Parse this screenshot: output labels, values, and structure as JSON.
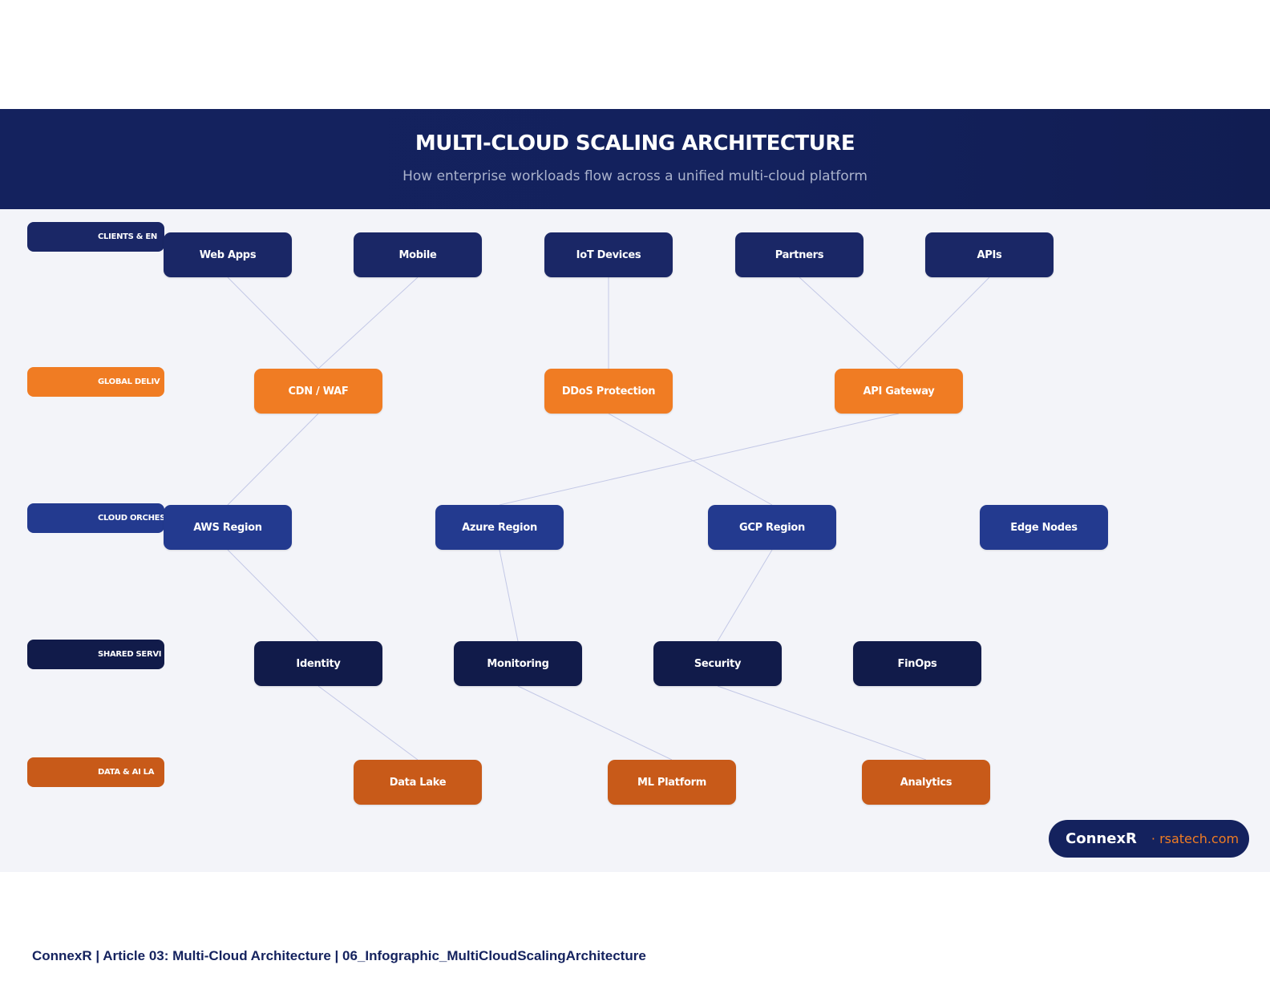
{
  "header": {
    "title": "MULTI-CLOUD SCALING ARCHITECTURE",
    "subtitle": "How enterprise workloads flow across a unified multi-cloud platform"
  },
  "colors": {
    "navy": "#1a2766",
    "orange": "#f07c23",
    "blue": "#233a8f",
    "dark_navy": "#111b4a",
    "burnt_orange": "#c85a19",
    "link": "#c3c8e6"
  },
  "lanes": [
    {
      "label": "CLIENTS & EN",
      "color": "#1a2766"
    },
    {
      "label": "GLOBAL DELIV",
      "color": "#f07c23"
    },
    {
      "label": "CLOUD ORCHES",
      "color": "#233a8f"
    },
    {
      "label": "SHARED SERVI",
      "color": "#111b4a"
    },
    {
      "label": "DATA & AI LA",
      "color": "#c85a19"
    }
  ],
  "nodes": [
    {
      "id": "web-apps",
      "label": "Web Apps",
      "lane": 0
    },
    {
      "id": "mobile",
      "label": "Mobile",
      "lane": 0
    },
    {
      "id": "iot-devices",
      "label": "IoT Devices",
      "lane": 0
    },
    {
      "id": "partners",
      "label": "Partners",
      "lane": 0
    },
    {
      "id": "apis",
      "label": "APIs",
      "lane": 0
    },
    {
      "id": "cdn-waf",
      "label": "CDN / WAF",
      "lane": 1
    },
    {
      "id": "ddos-protection",
      "label": "DDoS Protection",
      "lane": 1
    },
    {
      "id": "api-gateway",
      "label": "API Gateway",
      "lane": 1
    },
    {
      "id": "aws-region",
      "label": "AWS Region",
      "lane": 2
    },
    {
      "id": "azure-region",
      "label": "Azure Region",
      "lane": 2
    },
    {
      "id": "gcp-region",
      "label": "GCP Region",
      "lane": 2
    },
    {
      "id": "edge-nodes",
      "label": "Edge Nodes",
      "lane": 2
    },
    {
      "id": "identity",
      "label": "Identity",
      "lane": 3
    },
    {
      "id": "monitoring",
      "label": "Monitoring",
      "lane": 3
    },
    {
      "id": "security",
      "label": "Security",
      "lane": 3
    },
    {
      "id": "finops",
      "label": "FinOps",
      "lane": 3
    },
    {
      "id": "data-lake",
      "label": "Data Lake",
      "lane": 4
    },
    {
      "id": "ml-platform",
      "label": "ML Platform",
      "lane": 4
    },
    {
      "id": "analytics",
      "label": "Analytics",
      "lane": 4
    }
  ],
  "edges": [
    [
      "web-apps",
      "cdn-waf"
    ],
    [
      "mobile",
      "cdn-waf"
    ],
    [
      "iot-devices",
      "ddos-protection"
    ],
    [
      "partners",
      "api-gateway"
    ],
    [
      "apis",
      "api-gateway"
    ],
    [
      "cdn-waf",
      "aws-region"
    ],
    [
      "ddos-protection",
      "gcp-region"
    ],
    [
      "api-gateway",
      "azure-region"
    ],
    [
      "aws-region",
      "identity"
    ],
    [
      "azure-region",
      "monitoring"
    ],
    [
      "gcp-region",
      "security"
    ],
    [
      "identity",
      "data-lake"
    ],
    [
      "monitoring",
      "ml-platform"
    ],
    [
      "security",
      "analytics"
    ]
  ],
  "badge": {
    "brand": "ConnexR",
    "url": "· rsatech.com"
  },
  "footer": "ConnexR | Article 03: Multi-Cloud Architecture | 06_Infographic_MultiCloudScalingArchitecture"
}
